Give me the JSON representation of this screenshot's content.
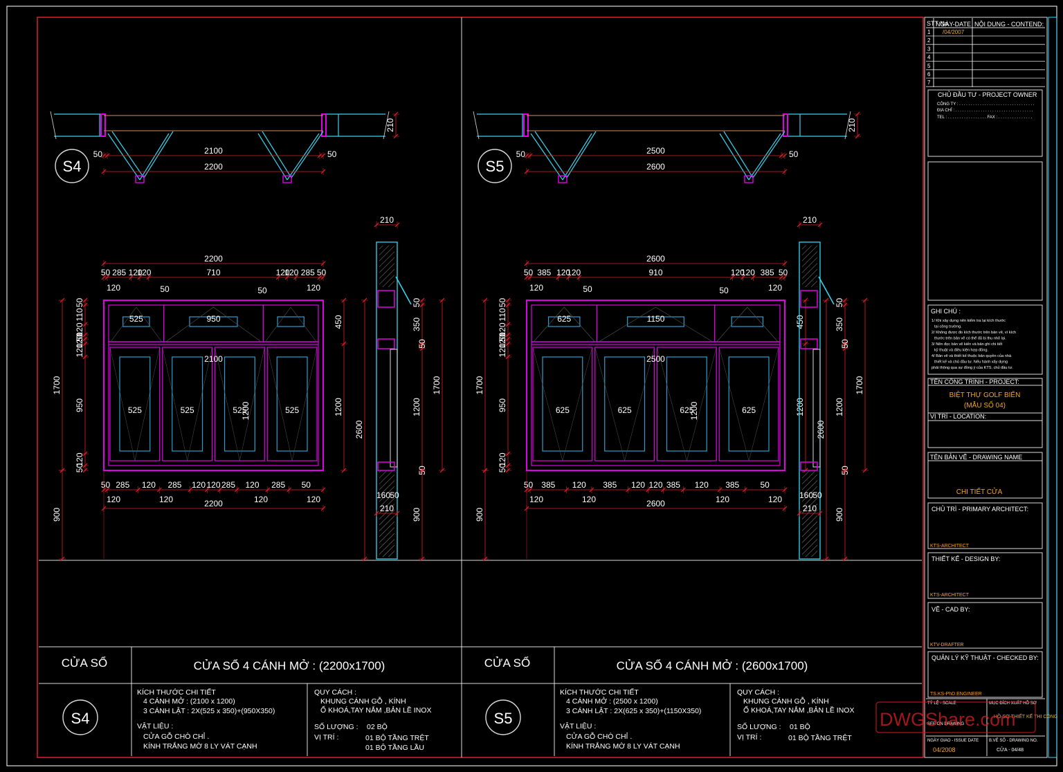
{
  "revision": {
    "col_no": "STT No.",
    "col_date": "NGÀY-DATE",
    "col_content": "NỘI DUNG - CONTEND:",
    "rows": [
      {
        "no": "1",
        "date": "/04/2007"
      },
      {
        "no": "2",
        "date": ""
      },
      {
        "no": "3",
        "date": ""
      },
      {
        "no": "4",
        "date": ""
      },
      {
        "no": "5",
        "date": ""
      },
      {
        "no": "6",
        "date": ""
      },
      {
        "no": "7",
        "date": ""
      }
    ]
  },
  "owner": {
    "title": "CHỦ ĐẦU TƯ - PROJECT OWNER",
    "company": "CÔNG TY : . . . . . . . . . . . . . . . . . . . . . . . . . . . . . . . . .",
    "address": "ĐỊA CHỈ : . . . . . . . . . . . . . . . . . . . . . . . . . . . . . . . . . .",
    "tel": "TEL : . . . . . . . . . . . . . . . . . FAX : . . . . . . . . . . . . . . ."
  },
  "notes": {
    "title": "GHI CHÚ :",
    "items": [
      "1/ Khi xây dựng nên kiểm tra lại kích thước",
      "tại công trường.",
      "2/ Không được đo kích thước trên bản vẽ, vì kích",
      "thước trên bản vẽ có thể đã bị thu nhỏ lại.",
      "3/ Nên đọc bản vẽ kiến và bản ghi chi tiết",
      "kỹ thuật và điều kiện hợp đồng.",
      "4/ Bản vẽ và thiết kế thuộc bản quyền của nhà",
      "thiết kế và chủ đầu tư. Nếu hành xây dựng",
      "phải thông qua sự đồng ý của KTS. chủ đầu tư."
    ]
  },
  "project": {
    "label": "TÊN CÔNG TRÌNH - PROJECT:",
    "name1": "BIỆT THỰ GOLF BIỂN",
    "name2": "(MẪU SỐ 04)",
    "location_label": "VỊ TRÍ - LOCATION:"
  },
  "drawing_name": {
    "label": "TÊN BẢN VẼ - DRAWING NAME",
    "value": "CHI TIẾT CỬA"
  },
  "architect": {
    "label": "CHỦ TRÌ - PRIMARY ARCHITECT:",
    "value": "KTS-ARCHITECT"
  },
  "design": {
    "label": "THIẾT KẾ - DESIGN BY:",
    "value": "KTS-ARCHITECT"
  },
  "cad": {
    "label": "VẼ - CAD BY:",
    "value": "KTV-DRAFTER"
  },
  "checked": {
    "label": "QUẢN LÝ KỸ THUẬT - CHECKED BY:",
    "value": "TS.KS-PhD.ENGINEER"
  },
  "scale": {
    "label": "TỶ LỆ - SCALE",
    "value": "SEE ON DRAWING"
  },
  "purpose": {
    "label": "MỤC ĐÍCH XUẤT HỒ SƠ",
    "value": "HỒ SƠ THIẾT KẾ THI CÔNG"
  },
  "issue": {
    "label": "NGÀY GIAO - ISSUE DATE",
    "value": "04/2008"
  },
  "drawing_no": {
    "label": "B.VẼ SỐ - DRAWING NO.",
    "value": "CỬA - 04/48"
  },
  "watermark": "DWGShare.com",
  "panels": [
    {
      "tag": "S4",
      "type_label": "CỬA SỔ",
      "heading": "CỬA SỔ 4 CÁNH MỞ : (2200x1700)",
      "spec_title": "KÍCH THƯỚC CHI TIẾT",
      "spec1": "4 CÁNH MỞ : (2100 x 1200)",
      "spec2": "3 CÁNH LẬT : 2X(525 x 350)+(950X350)",
      "mat_title": "VẬT LIỆU :",
      "mat1": "CỬA GỖ CHÒ CHỈ .",
      "mat2": "KÍNH TRẮNG MỜ 8 LY VÁT CẠNH",
      "q_title": "QUY CÁCH :",
      "q1": "KHUNG CÁNH GỖ , KÍNH",
      "q2": "Ổ KHOÁ,TAY NẮM ,BẢN LỀ INOX",
      "qty_label": "SỐ LƯỢNG :",
      "qty": "02 BỘ",
      "pos_label": "VỊ TRÍ :",
      "pos1": "01 BỘ TẦNG TRỆT",
      "pos2": "01 BỘ TẦNG LẦU",
      "plan": {
        "inner": "2100",
        "outer": "2200",
        "wall": "210",
        "side": "50"
      },
      "top_dims": [
        "50",
        "285",
        "120",
        "120",
        "710",
        "120",
        "120",
        "285",
        "50"
      ],
      "top_dims2": [
        "120",
        "50",
        "50",
        "120"
      ],
      "overall": "2200",
      "top_panels": [
        "525",
        "950"
      ],
      "sash_span": "2100",
      "sash_w": [
        "525",
        "525",
        "525",
        "525"
      ],
      "sash_mid": "1200",
      "bottom_dims": [
        "50",
        "285",
        "120",
        "285",
        "120",
        "120",
        "285",
        "120",
        "285",
        "50"
      ],
      "bottom_dims2": [
        "120",
        "120",
        "120",
        "120"
      ],
      "bottom_overall": "2200",
      "left_dims": [
        "50",
        "110",
        "120",
        "50",
        "120",
        "120",
        "950",
        "120",
        "50"
      ],
      "height": "1700",
      "right_dims": [
        "450",
        "1200"
      ],
      "right_total": "2600",
      "sill": "900",
      "sec": {
        "top": "210",
        "mid": "50",
        "top2": "350",
        "h": "1200",
        "total": "1700",
        "bot": "50",
        "d": "160",
        "d2": "50",
        "base": "210",
        "sill": "900"
      }
    },
    {
      "tag": "S5",
      "type_label": "CỬA SỔ",
      "heading": "CỬA SỔ 4 CÁNH MỞ : (2600x1700)",
      "spec_title": "KÍCH THƯỚC CHI TIẾT",
      "spec1": "4 CÁNH MỞ : (2500 x 1200)",
      "spec2": "3 CÁNH LẬT : 2X(625 x 350)+(1150X350)",
      "mat_title": "VẬT LIỆU :",
      "mat1": "CỬA GỖ CHÒ CHỈ .",
      "mat2": "KÍNH TRẮNG MỜ 8 LY VÁT CẠNH",
      "q_title": "QUY CÁCH :",
      "q1": "KHUNG CÁNH GỖ , KÍNH",
      "q2": "Ổ KHOÁ,TAY NẮM ,BẢN LỀ INOX",
      "qty_label": "SỐ LƯỢNG :",
      "qty": "01 BỘ",
      "pos_label": "VỊ TRÍ :",
      "pos1": "01 BỘ TẦNG TRỆT",
      "pos2": "",
      "plan": {
        "inner": "2500",
        "outer": "2600",
        "wall": "210",
        "side": "50"
      },
      "top_dims": [
        "50",
        "385",
        "120",
        "120",
        "910",
        "120",
        "120",
        "385",
        "50"
      ],
      "top_dims2": [
        "120",
        "50",
        "50",
        "120"
      ],
      "overall": "2600",
      "top_panels": [
        "625",
        "1150"
      ],
      "sash_span": "2500",
      "sash_w": [
        "625",
        "625",
        "625",
        "625"
      ],
      "sash_mid": "1200",
      "bottom_dims": [
        "50",
        "385",
        "120",
        "385",
        "120",
        "120",
        "385",
        "120",
        "385",
        "50"
      ],
      "bottom_dims2": [
        "120",
        "120",
        "120",
        "120"
      ],
      "bottom_overall": "2600",
      "left_dims": [
        "50",
        "110",
        "120",
        "50",
        "120",
        "120",
        "950",
        "120",
        "50"
      ],
      "height": "1700",
      "right_dims": [
        "450",
        "1200"
      ],
      "right_total": "2600",
      "sill": "900",
      "sec": {
        "top": "210",
        "mid": "50",
        "top2": "350",
        "h": "1200",
        "total": "1700",
        "bot": "50",
        "d": "160",
        "d2": "50",
        "base": "210",
        "sill": "900"
      }
    }
  ]
}
